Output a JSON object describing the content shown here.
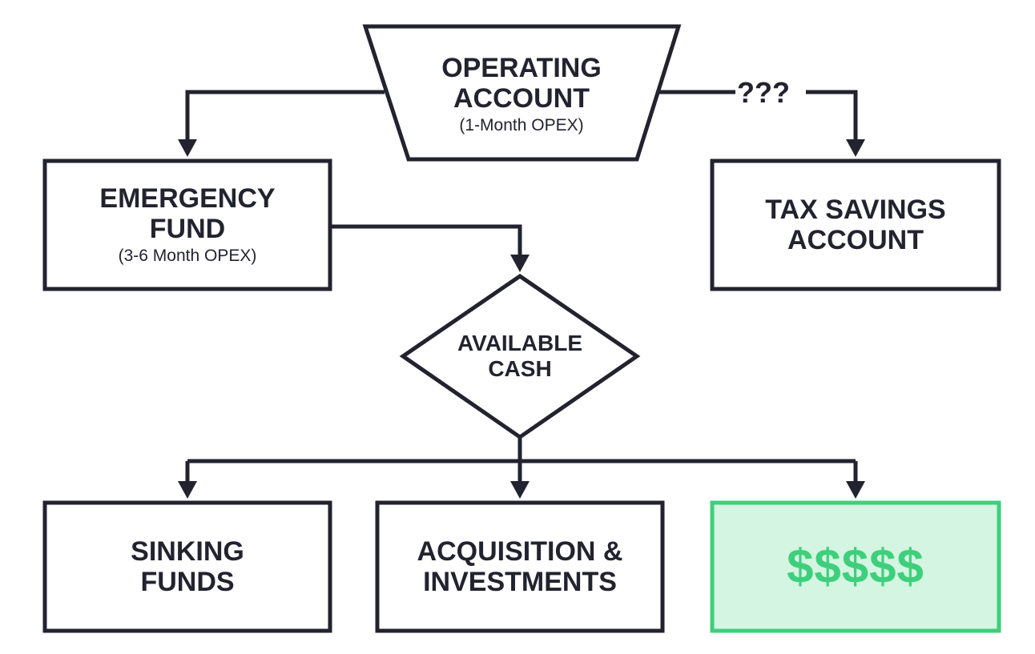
{
  "operating": {
    "line1": "OPERATING",
    "line2": "ACCOUNT",
    "sub": "(1-Month OPEX)"
  },
  "emergency": {
    "line1": "EMERGENCY",
    "line2": "FUND",
    "sub": "(3-6 Month OPEX)"
  },
  "tax": {
    "line1": "TAX SAVINGS",
    "line2": "ACCOUNT"
  },
  "available": {
    "line1": "AVAILABLE",
    "line2": "CASH"
  },
  "sinking": {
    "line1": "SINKING",
    "line2": "FUNDS"
  },
  "acquisition": {
    "line1": "ACQUISITION &",
    "line2": "INVESTMENTS"
  },
  "profit": {
    "label": "$$$$$"
  },
  "connector_label": "???",
  "colors": {
    "ink": "#22232f",
    "green_border": "#3ecf7c",
    "green_fill": "#d4f5e1",
    "green_text": "#3ecf7c"
  }
}
